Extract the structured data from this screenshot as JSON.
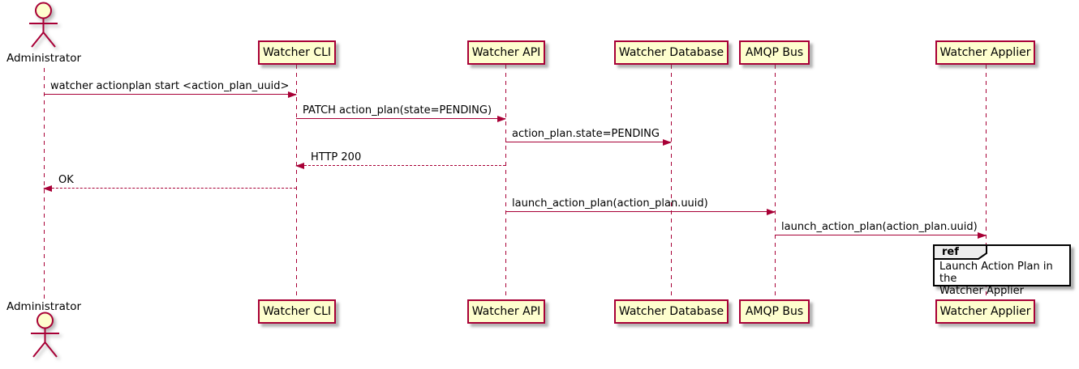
{
  "diagram": {
    "type": "sequence",
    "actor": {
      "label": "Administrator"
    },
    "participants": [
      {
        "id": "watcher-cli",
        "label": "Watcher CLI"
      },
      {
        "id": "watcher-api",
        "label": "Watcher API"
      },
      {
        "id": "watcher-database",
        "label": "Watcher Database"
      },
      {
        "id": "amqp-bus",
        "label": "AMQP Bus"
      },
      {
        "id": "watcher-applier",
        "label": "Watcher Applier"
      }
    ],
    "messages": [
      {
        "from": "Administrator",
        "to": "Watcher CLI",
        "label": "watcher actionplan start <action_plan_uuid>",
        "line": "solid"
      },
      {
        "from": "Watcher CLI",
        "to": "Watcher API",
        "label": "PATCH action_plan(state=PENDING)",
        "line": "solid"
      },
      {
        "from": "Watcher API",
        "to": "Watcher Database",
        "label": "action_plan.state=PENDING",
        "line": "solid"
      },
      {
        "from": "Watcher API",
        "to": "Watcher CLI",
        "label": "HTTP 200",
        "line": "dashed"
      },
      {
        "from": "Watcher CLI",
        "to": "Administrator",
        "label": "OK",
        "line": "dashed"
      },
      {
        "from": "Watcher API",
        "to": "AMQP Bus",
        "label": "launch_action_plan(action_plan.uuid)",
        "line": "solid"
      },
      {
        "from": "AMQP Bus",
        "to": "Watcher Applier",
        "label": "launch_action_plan(action_plan.uuid)",
        "line": "solid"
      }
    ],
    "ref": {
      "keyword": "ref",
      "over": "Watcher Applier",
      "body": "Launch Action Plan in the\nWatcher Applier"
    },
    "colors": {
      "line": "#A80036",
      "participant_fill": "#FEFECE",
      "ref_header_fill": "#EEEEEE",
      "text": "#000000",
      "background": "#FFFFFF"
    }
  }
}
